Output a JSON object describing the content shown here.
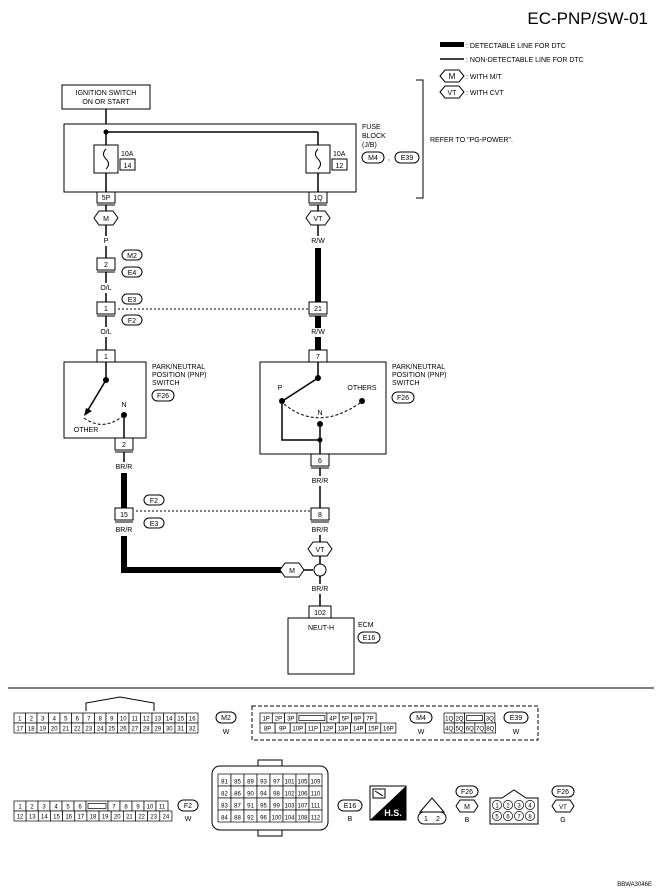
{
  "page_title": "EC-PNP/SW-01",
  "legend": {
    "detectable": ": DETECTABLE LINE FOR DTC",
    "non_detectable": ": NON-DETECTABLE LINE FOR DTC",
    "mt_sym": "M",
    "mt": ": WITH M/T",
    "cvt_sym": "VT",
    "cvt": ": WITH CVT"
  },
  "ignition": {
    "line1": "IGNITION SWITCH",
    "line2": "ON OR START"
  },
  "fuse_block": {
    "line1": "FUSE",
    "line2": "BLOCK",
    "line3": "(J/B)",
    "conn1": "M4",
    "sep": ",",
    "conn2": "E39"
  },
  "refer": "REFER TO \"PG-POWER\".",
  "fuse_left": {
    "amp": "10A",
    "num": "14",
    "pin": "5P"
  },
  "fuse_right": {
    "amp": "10A",
    "num": "12",
    "pin": "1Q"
  },
  "left_path": {
    "m": "M",
    "wire_p": "P",
    "j1_pin": "2",
    "j1_top": "M2",
    "j1_bot": "E4",
    "wire_ol": "O/L",
    "j2_pin": "1",
    "j2_top": "E3",
    "j2_bot": "F2",
    "wire_ol2": "O/L"
  },
  "right_path": {
    "cvt": "VT",
    "wire_rw": "R/W",
    "j_pin": "21",
    "wire_rw2": "R/W"
  },
  "pnp_left": {
    "line1": "PARK/NEUTRAL",
    "line2": "POSITION (PNP)",
    "line3": "SWITCH",
    "conn": "F26",
    "pin_in": "1",
    "pin_out": "2",
    "other": "OTHER",
    "n": "N",
    "wire_out": "BR/R"
  },
  "pnp_right": {
    "line1": "PARK/NEUTRAL",
    "line2": "POSITION (PNP)",
    "line3": "SWITCH",
    "conn": "F26",
    "pin_in": "7",
    "pin_out": "6",
    "p": "P",
    "others": "OTHERS",
    "n": "N",
    "wire_out": "BR/R"
  },
  "lower": {
    "f2": "F2",
    "e3": "E3",
    "pin15": "15",
    "pin8": "8",
    "wire_l": "BR/R",
    "wire_r": "BR/R",
    "cvt": "VT",
    "m": "M",
    "wire_ecm": "BR/R"
  },
  "ecm": {
    "pin": "102",
    "signal": "NEUT-H",
    "label": "ECM",
    "conn": "E16"
  },
  "conn_m2": {
    "id": "M2",
    "color": "W",
    "row1": [
      "1",
      "2",
      "3",
      "4",
      "5",
      "6",
      "7",
      "8",
      "9",
      "10",
      "11",
      "12",
      "13",
      "14",
      "15",
      "16"
    ],
    "row2": [
      "17",
      "18",
      "19",
      "20",
      "21",
      "22",
      "23",
      "24",
      "25",
      "26",
      "27",
      "28",
      "29",
      "30",
      "31",
      "32"
    ]
  },
  "conn_m4": {
    "id": "M4",
    "color": "W",
    "row1": [
      "1P",
      "2P",
      "3P",
      "",
      "4P",
      "5P",
      "6P",
      "7P"
    ],
    "row2": [
      "8P",
      "9P",
      "10P",
      "11P",
      "12P",
      "13P",
      "14P",
      "15P",
      "16P"
    ]
  },
  "conn_e39": {
    "id": "E39",
    "color": "W",
    "row1": [
      "1Q",
      "2Q",
      "",
      "3Q"
    ],
    "row2": [
      "4Q",
      "5Q",
      "6Q",
      "7Q",
      "8Q"
    ]
  },
  "conn_f2": {
    "id": "F2",
    "color": "W",
    "row1": [
      "1",
      "2",
      "3",
      "4",
      "5",
      "6",
      "",
      "7",
      "8",
      "9",
      "10",
      "11"
    ],
    "row2": [
      "12",
      "13",
      "14",
      "15",
      "16",
      "17",
      "18",
      "19",
      "20",
      "21",
      "22",
      "23",
      "24"
    ]
  },
  "conn_e16": {
    "id": "E16",
    "color": "B",
    "rows": [
      [
        "81",
        "85",
        "89",
        "93",
        "97",
        "101",
        "105",
        "109"
      ],
      [
        "82",
        "86",
        "90",
        "94",
        "98",
        "102",
        "106",
        "110"
      ],
      [
        "83",
        "87",
        "91",
        "95",
        "99",
        "103",
        "107",
        "111"
      ],
      [
        "84",
        "88",
        "92",
        "96",
        "100",
        "104",
        "108",
        "112"
      ]
    ]
  },
  "hs_label": "H.S.",
  "conn_f26m": {
    "id": "F26",
    "sym": "M",
    "color": "B",
    "pins": [
      "1",
      "2"
    ]
  },
  "conn_f26vt": {
    "id": "F26",
    "sym": "VT",
    "color": "G",
    "pins": [
      "1",
      "2",
      "3",
      "4",
      "5",
      "6",
      "7",
      "8"
    ]
  },
  "footer_code": "BBWA3046E"
}
